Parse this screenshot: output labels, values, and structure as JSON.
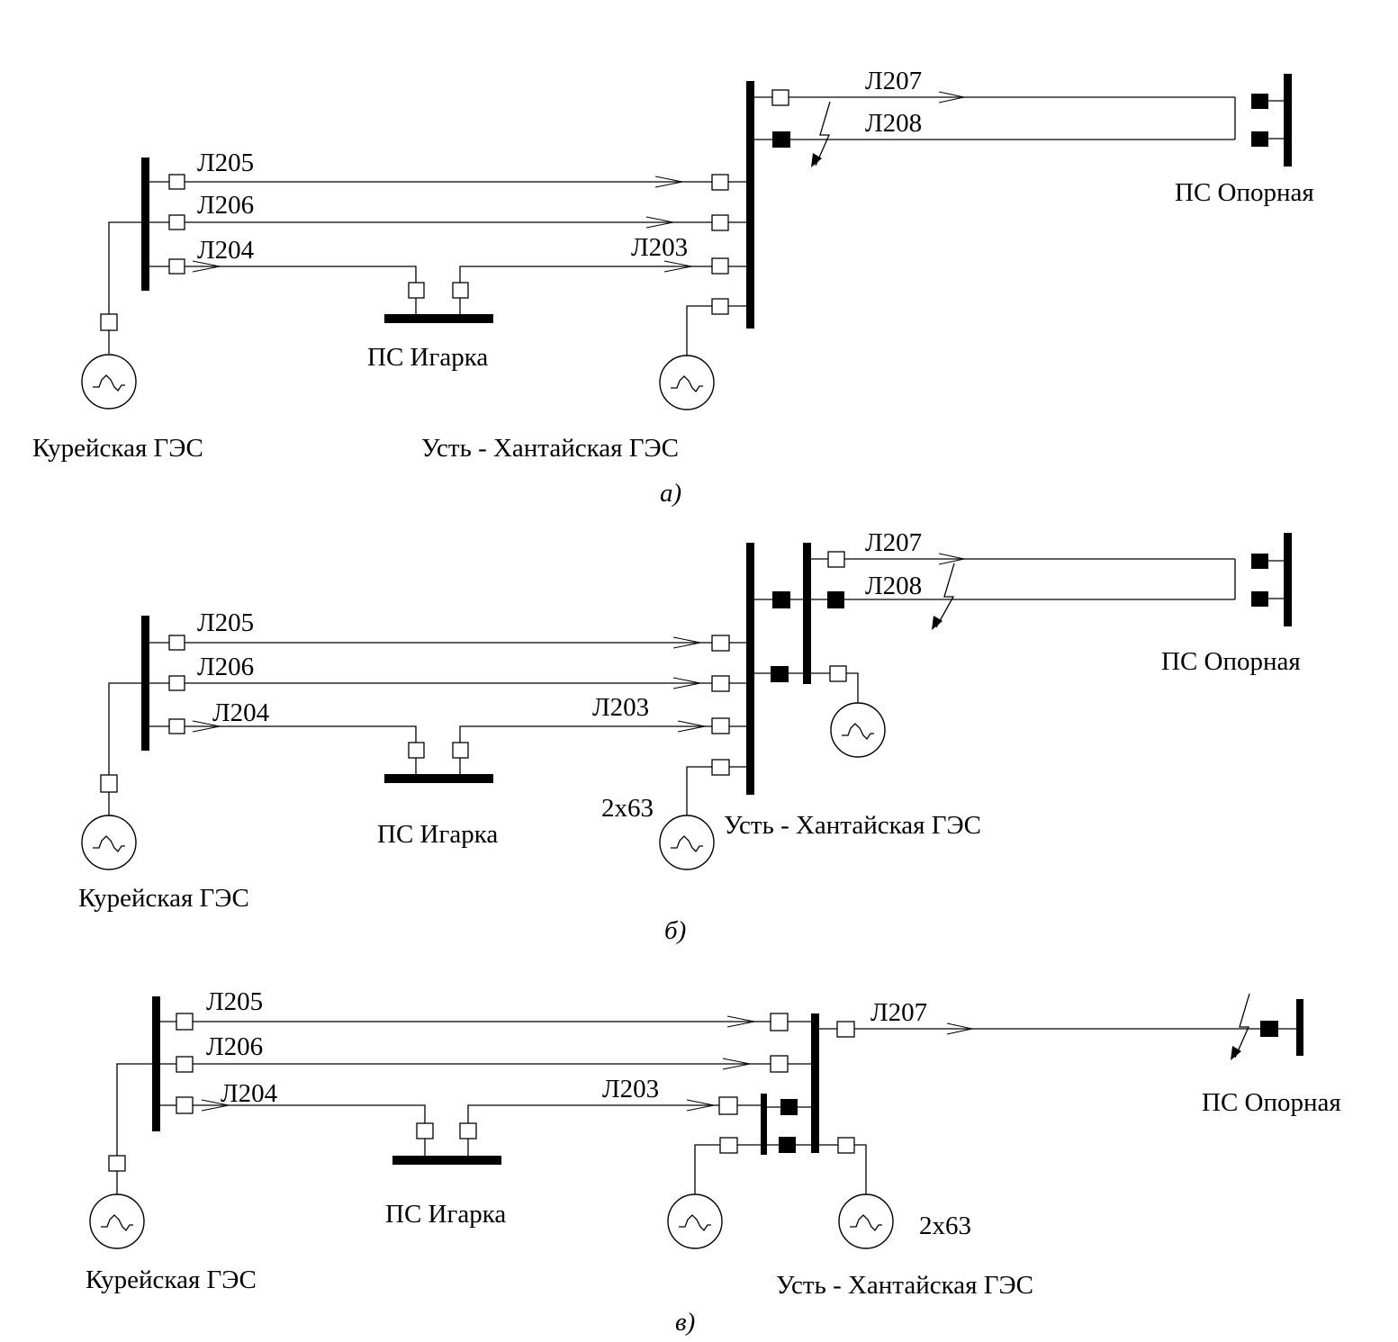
{
  "diagram_a": {
    "lines": {
      "l205": "Л205",
      "l206": "Л206",
      "l204": "Л204",
      "l203": "Л203",
      "l207": "Л207",
      "l208": "Л208"
    },
    "nodes": {
      "kureiskaya": "Курейская ГЭС",
      "igarka": "ПС Игарка",
      "ust_khantaiskaya": "Усть - Хантайская ГЭС",
      "opornaya": "ПС Опорная"
    },
    "caption": "а)"
  },
  "diagram_b": {
    "lines": {
      "l205": "Л205",
      "l206": "Л206",
      "l204": "Л204",
      "l203": "Л203",
      "l207": "Л207",
      "l208": "Л208"
    },
    "nodes": {
      "kureiskaya": "Курейская ГЭС",
      "igarka": "ПС Игарка",
      "ust_khantaiskaya": "Усть - Хантайская ГЭС",
      "opornaya": "ПС Опорная",
      "gen_rating": "2x63"
    },
    "caption": "б)"
  },
  "diagram_c": {
    "lines": {
      "l205": "Л205",
      "l206": "Л206",
      "l204": "Л204",
      "l203": "Л203",
      "l207": "Л207"
    },
    "nodes": {
      "kureiskaya": "Курейская ГЭС",
      "igarka": "ПС Игарка",
      "ust_khantaiskaya": "Усть - Хантайская ГЭС",
      "opornaya": "ПС Опорная",
      "gen_rating": "2x63"
    },
    "caption": "в)"
  }
}
